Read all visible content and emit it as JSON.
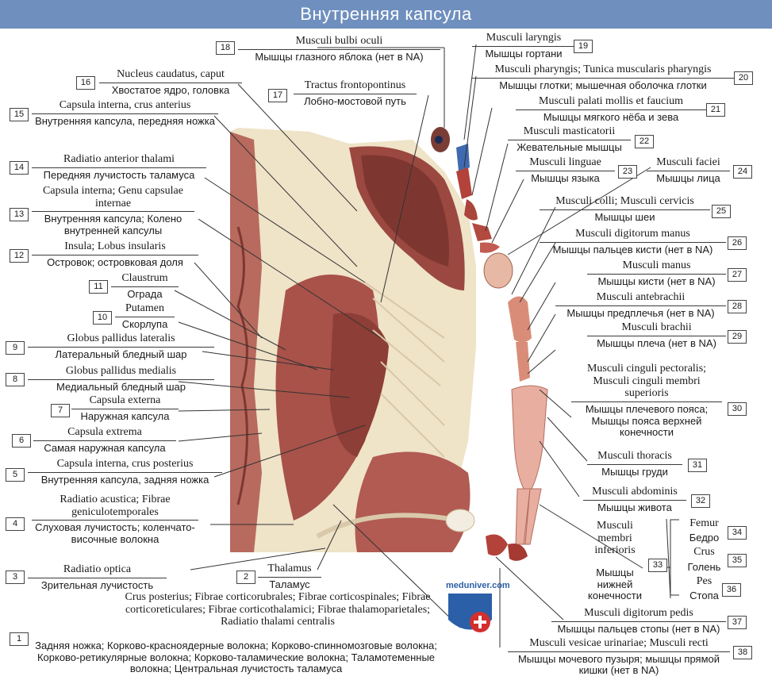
{
  "title": "Внутренняя капсула",
  "watermark": "meduniver.com",
  "labels": [
    {
      "n": "18",
      "la": "Musculi bulbi oculi",
      "ru": "Мышцы глазного яблока (нет в NA)"
    },
    {
      "n": "19",
      "la": "Musculi laryngis",
      "ru": "Мышцы гортани"
    },
    {
      "n": "20",
      "la": "Musculi pharyngis; Tunica muscularis pharyngis",
      "ru": "Мышцы глотки; мышечная оболочка глотки"
    },
    {
      "n": "16",
      "la": "Nucleus caudatus, caput",
      "ru": "Хвостатое ядро, головка"
    },
    {
      "n": "17",
      "la": "Tractus frontopontinus",
      "ru": "Лобно-мостовой путь"
    },
    {
      "n": "21",
      "la": "Musculi palati mollis et faucium",
      "ru": "Мышцы мягкого нёба и зева"
    },
    {
      "n": "15",
      "la": "Capsula interna, crus anterius",
      "ru": "Внутренняя капсула, передняя ножка"
    },
    {
      "n": "22",
      "la": "Musculi masticatorii",
      "ru": "Жевательные мышцы"
    },
    {
      "n": "14",
      "la": "Radiatio anterior thalami",
      "ru": "Передняя лучистость таламуса"
    },
    {
      "n": "23",
      "la": "Musculi linguae",
      "ru": "Мышцы языка"
    },
    {
      "n": "24",
      "la": "Musculi faciei",
      "ru": "Мышцы лица"
    },
    {
      "n": "13",
      "la": "Capsula interna; Genu capsulae internae",
      "ru": "Внутренняя капсула; Колено внутренней капсулы"
    },
    {
      "n": "25",
      "la": "Musculi colli; Musculi cervicis",
      "ru": "Мышцы шеи"
    },
    {
      "n": "26",
      "la": "Musculi digitorum manus",
      "ru": "Мышцы пальцев кисти (нет в NA)"
    },
    {
      "n": "12",
      "la": "Insula; Lobus insularis",
      "ru": "Островок; островковая доля"
    },
    {
      "n": "27",
      "la": "Musculi manus",
      "ru": "Мышцы кисти (нет в NA)"
    },
    {
      "n": "11",
      "la": "Claustrum",
      "ru": "Ограда"
    },
    {
      "n": "28",
      "la": "Musculi antebrachii",
      "ru": "Мышцы предплечья (нет в NA)"
    },
    {
      "n": "10",
      "la": "Putamen",
      "ru": "Скорлупа"
    },
    {
      "n": "29",
      "la": "Musculi brachii",
      "ru": "Мышцы плеча (нет в NA)"
    },
    {
      "n": "9",
      "la": "Globus pallidus lateralis",
      "ru": "Латеральный бледный шар"
    },
    {
      "n": "8",
      "la": "Globus pallidus medialis",
      "ru": "Медиальный бледный шар"
    },
    {
      "n": "30",
      "la": "Musculi cinguli pectoralis; Musculi cinguli membri superioris",
      "ru": "Мышцы плечевого пояса; Мышцы пояса верхней конечности"
    },
    {
      "n": "7",
      "la": "Capsula externa",
      "ru": "Наружная капсула"
    },
    {
      "n": "6",
      "la": "Capsula extrema",
      "ru": "Самая наружная капсула"
    },
    {
      "n": "31",
      "la": "Musculi thoracis",
      "ru": "Мышцы груди"
    },
    {
      "n": "5",
      "la": "Capsula interna, crus posterius",
      "ru": "Внутренняя капсула, задняя ножка"
    },
    {
      "n": "32",
      "la": "Musculi abdominis",
      "ru": "Мышцы живота"
    },
    {
      "n": "4",
      "la": "Radiatio acustica; Fibrae geniculotemporales",
      "ru": "Слуховая лучистость; коленчато-височные волокна"
    },
    {
      "n": "33",
      "la": "Musculi membri inferioris",
      "ru": "Мышцы нижней конечности"
    },
    {
      "n": "34",
      "la": "Femur",
      "ru": "Бедро"
    },
    {
      "n": "35",
      "la": "Crus",
      "ru": "Голень"
    },
    {
      "n": "36",
      "la": "Pes",
      "ru": "Стопа"
    },
    {
      "n": "3",
      "la": "Radiatio optica",
      "ru": "Зрительная лучистость"
    },
    {
      "n": "2",
      "la": "Thalamus",
      "ru": "Таламус"
    },
    {
      "n": "37",
      "la": "Musculi digitorum pedis",
      "ru": "Мышцы пальцев стопы (нет в NA)"
    },
    {
      "n": "1",
      "la": "Crus posterius; Fibrae corticorubrales; Fibrae corticospinales; Fibrae corticoreticulares; Fibrae corticothalamici; Fibrae thalamoparietales; Radiatio thalami centralis",
      "ru": "Задняя ножка; Корково-красноядерные волокна; Корково-спинномозговые волокна; Корково-ретикулярные волокна; Корково-таламические волокна; Таламотеменные волокна; Центральная лучистость таламуса"
    },
    {
      "n": "38",
      "la": "Musculi vesicae urinariae; Musculi recti",
      "ru": "Мышцы мочевого пузыря; мышцы прямой кишки (нет в NA)"
    }
  ],
  "colors": {
    "title_bg": "#6f8fbe",
    "tissue": "#a8524a",
    "dark_tissue": "#7e3730",
    "fiber": "#efe3c8",
    "logo_blue": "#2b5fa8",
    "logo_red": "#d32f2f"
  }
}
